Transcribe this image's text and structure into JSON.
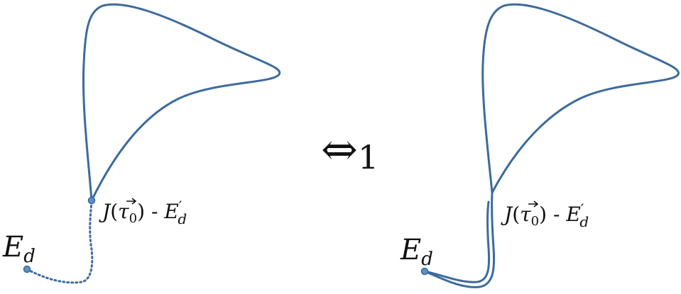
{
  "left_panel": {
    "start_label": {
      "E": "E",
      "sub": "d"
    },
    "junction_label": {
      "J": "J",
      "open": "(",
      "tau": "τ",
      "sub": "0",
      "close": ")",
      "dash": " - ",
      "E": "E",
      "prime": "′",
      "esub": "d"
    }
  },
  "equivalence": {
    "symbol": "⇔",
    "subscript": "1"
  },
  "right_panel": {
    "start_label": {
      "E": "E",
      "sub": "d"
    },
    "junction_label": {
      "J": "J",
      "open": "(",
      "tau": "τ",
      "sub": "0",
      "close": ")",
      "dash": " - ",
      "E": "E",
      "prime": "′",
      "esub": "d"
    }
  },
  "colors": {
    "curve": "#3c6b9c",
    "dot": "#5b8fc8"
  }
}
